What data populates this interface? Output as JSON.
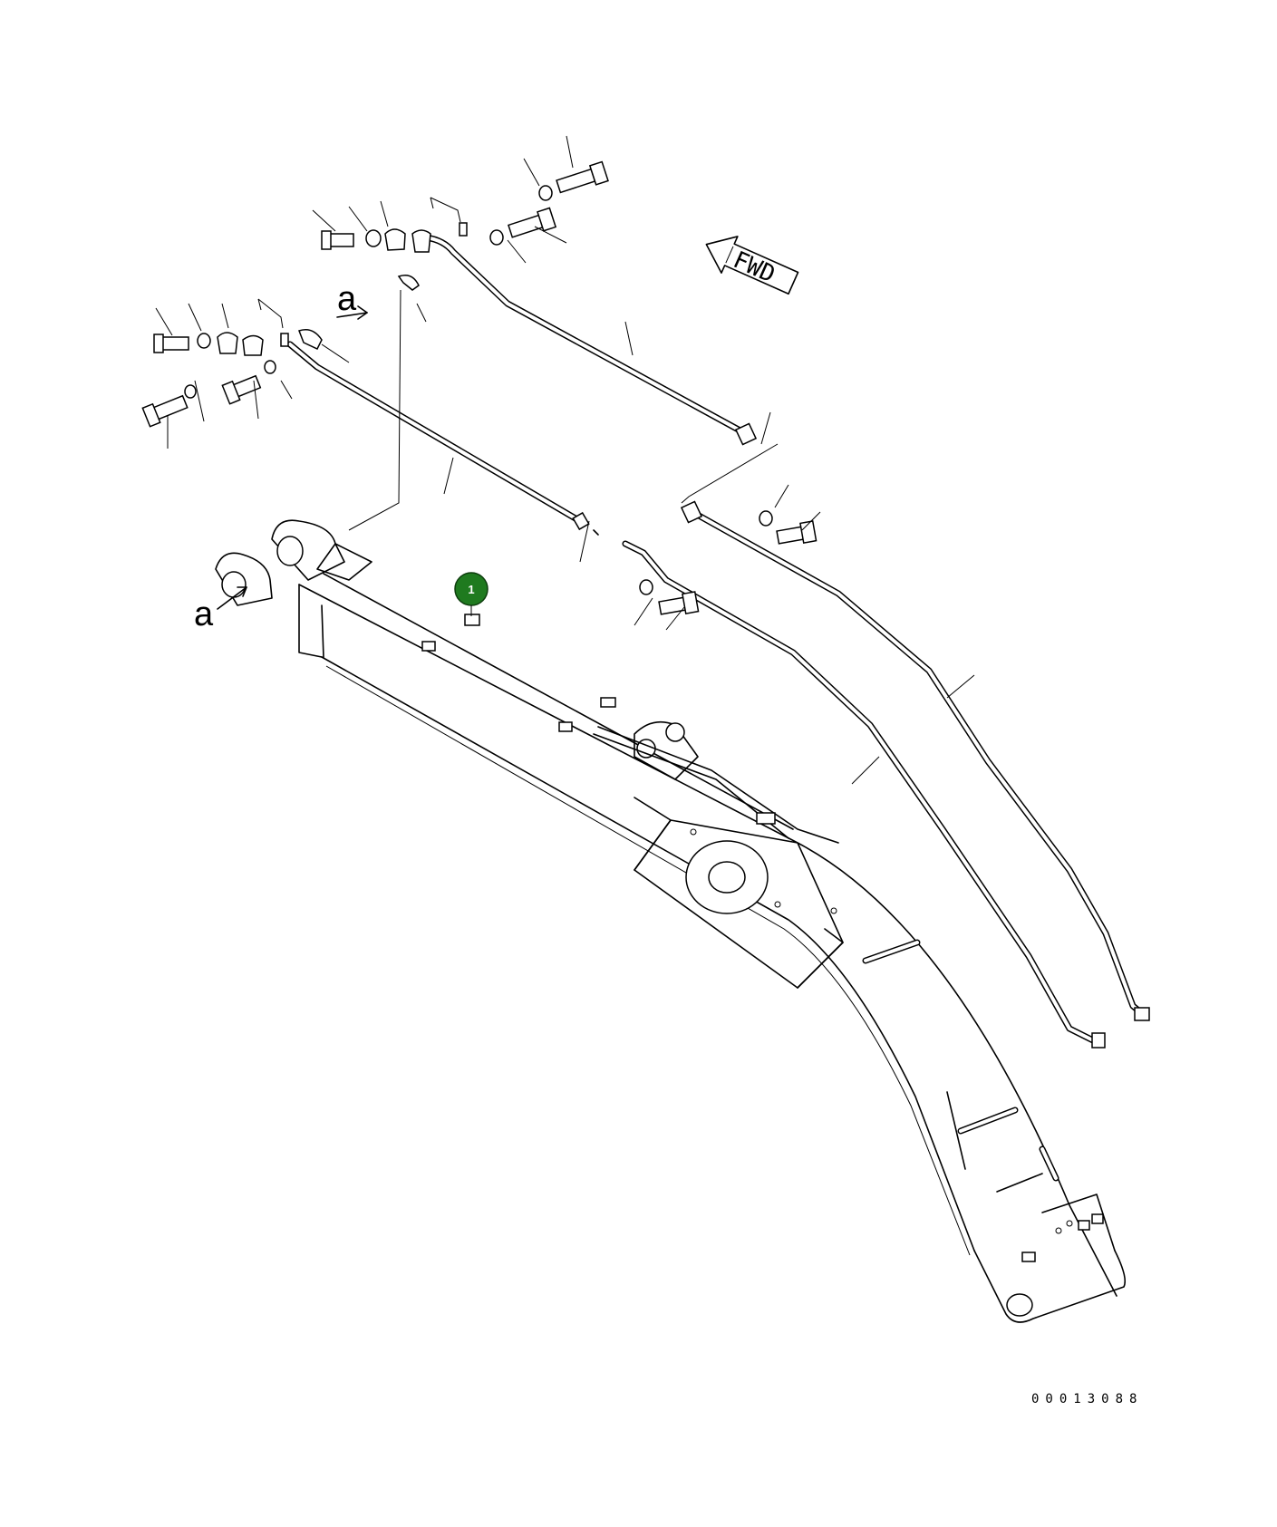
{
  "callouts": [
    {
      "number": "1",
      "color": "#1f7a1f"
    }
  ],
  "reference_labels": [
    "a",
    "a"
  ],
  "direction_indicator": "FWD",
  "drawing_number": "00013088"
}
